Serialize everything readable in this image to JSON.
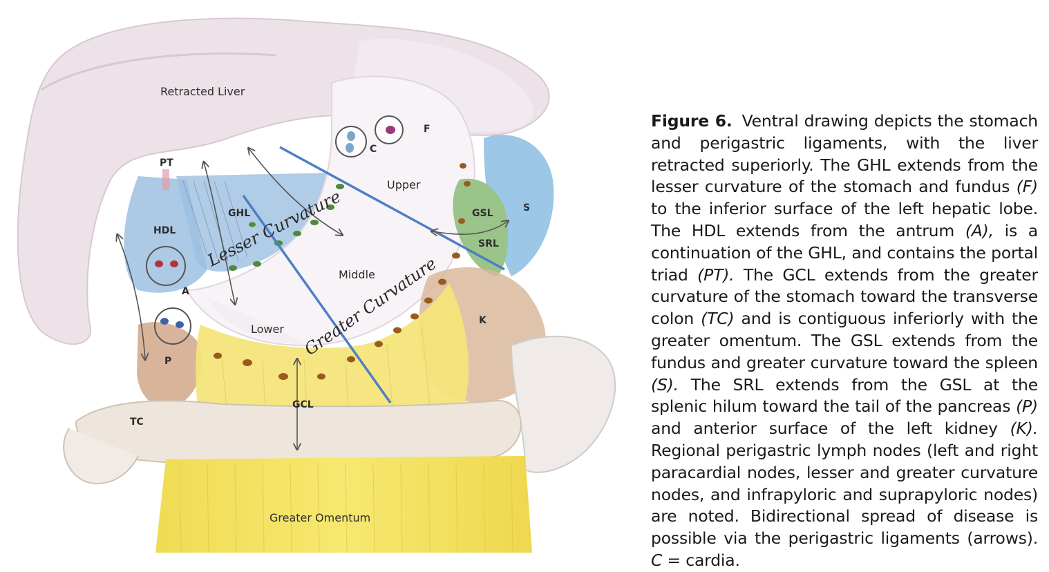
{
  "diagram": {
    "labels": {
      "retracted_liver": "Retracted Liver",
      "pt": "PT",
      "hdl": "HDL",
      "ghl": "GHL",
      "a": "A",
      "p": "P",
      "tc": "TC",
      "c": "C",
      "f": "F",
      "upper": "Upper",
      "middle": "Middle",
      "lower": "Lower",
      "gsl": "GSL",
      "srl": "SRL",
      "s": "S",
      "k": "K",
      "gcl": "GCL",
      "greater_omentum": "Greater Omentum",
      "lesser_curvature": "Lesser Curvature",
      "greater_curvature": "Greater Curvature"
    },
    "colors": {
      "liver": "#ede4e8",
      "stomach": "#f7f3f6",
      "ghl_blue": "#9ec2e2",
      "spleen_blue": "#9cc7e6",
      "gsl_green": "#9cc58e",
      "omentum_yellow": "#f3e26a",
      "tan": "#d8b49a",
      "node_green": "#4f8a3c",
      "node_brown": "#9a5a1e",
      "line_blue": "#4d7fc4"
    }
  },
  "caption": {
    "label": "Figure 6.",
    "seg1": "Ventral drawing depicts the stomach and perigastric ligaments, with the liver retracted superiorly. The GHL extends from the lesser curvature of the stomach and fundus ",
    "f": "(F)",
    "seg2": " to the inferior surface of the left hepatic lobe. The HDL extends from the antrum ",
    "a": "(A),",
    "seg3": " is a continuation of the GHL, and contains the portal triad ",
    "pt": "(PT).",
    "seg4": " The GCL extends from the greater curvature of the stomach toward the transverse colon ",
    "tc": "(TC)",
    "seg5": " and is contiguous inferiorly with the greater omentum. The GSL extends from the fundus and greater curvature toward the spleen ",
    "s": "(S).",
    "seg6": " The SRL extends from the GSL at the splenic hilum toward the tail of the pancreas ",
    "p": "(P)",
    "seg7": " and anterior surface of the left kidney ",
    "k": "(K).",
    "seg8": " Regional perigastric lymph nodes (left and right paracardial nodes, lesser and greater curvature nodes, and infrapyloric and suprapyloric nodes) are noted. Bidirectional spread of disease is possible via the perigastric ligaments (arrows). ",
    "c": "C",
    "seg9": " = cardia."
  }
}
